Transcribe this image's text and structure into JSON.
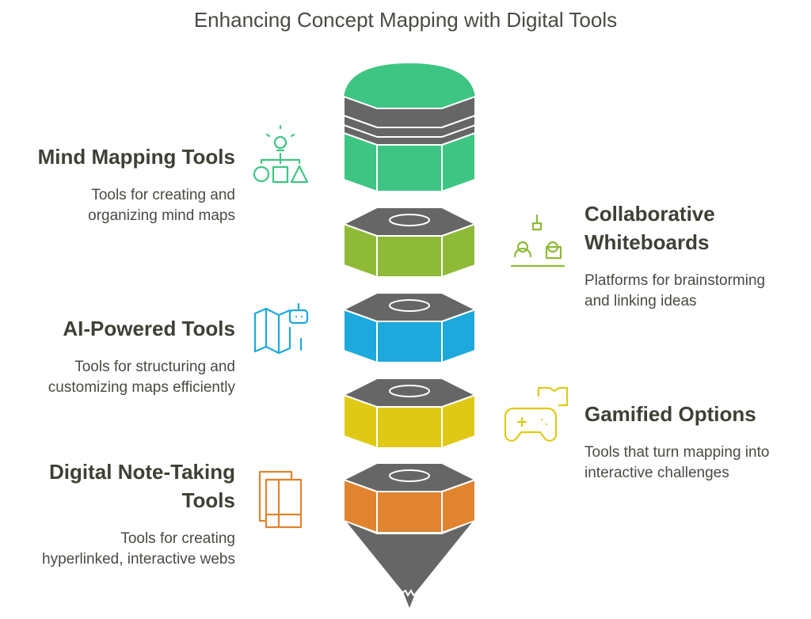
{
  "title": "Enhancing Concept Mapping with Digital Tools",
  "colors": {
    "green": "#3ec583",
    "lime": "#8fba38",
    "blue": "#1da9dc",
    "yellow": "#e0c916",
    "orange": "#e08430",
    "gray": "#666666"
  },
  "items": [
    {
      "heading": "Mind Mapping Tools",
      "desc1": "Tools for creating and",
      "desc2": "organizing mind maps",
      "icon": "hierarchy-lightbulb-icon"
    },
    {
      "heading1": "Collaborative",
      "heading2": "Whiteboards",
      "desc1": "Platforms for brainstorming",
      "desc2": "and linking ideas",
      "icon": "collaboration-whiteboard-icon"
    },
    {
      "heading": "AI-Powered Tools",
      "desc1": "Tools for structuring and",
      "desc2": "customizing maps efficiently",
      "icon": "robot-map-icon"
    },
    {
      "heading": "Gamified Options",
      "desc1": "Tools that turn mapping into",
      "desc2": "interactive challenges",
      "icon": "gamepad-book-icon"
    },
    {
      "heading1": "Digital Note-Taking",
      "heading2": "Tools",
      "desc1": "Tools for creating",
      "desc2": "hyperlinked, interactive webs",
      "icon": "notebook-icon"
    }
  ]
}
